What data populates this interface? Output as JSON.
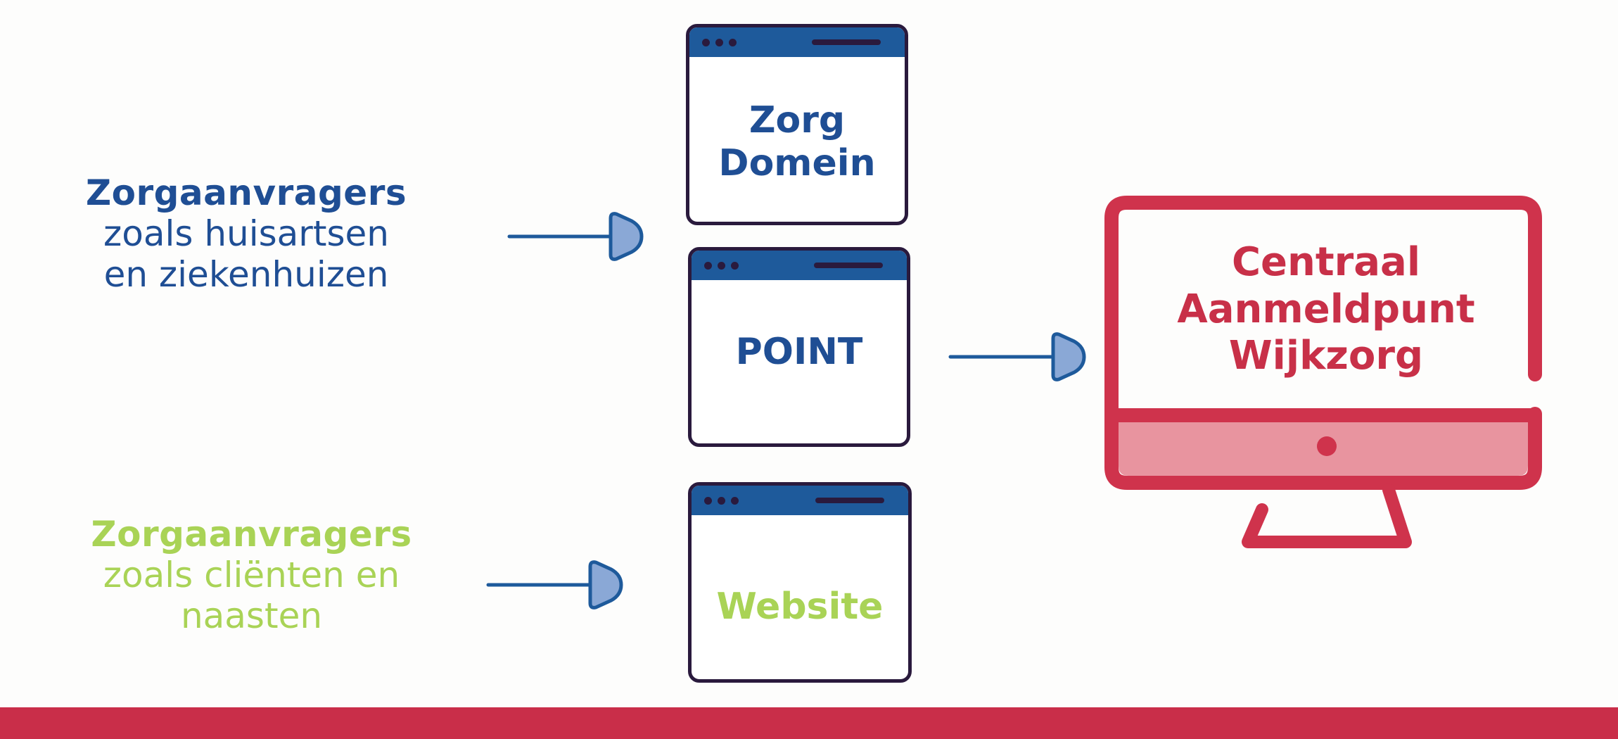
{
  "requesters": {
    "professional": {
      "title": "Zorgaanvragers",
      "line1": "zoals huisartsen",
      "line2": "en ziekenhuizen",
      "color": "#1f4e94"
    },
    "client": {
      "title": "Zorgaanvragers",
      "line1": "zoals cliënten en",
      "line2": "naasten",
      "color": "#a9d356"
    }
  },
  "windows": {
    "zorgdomein": {
      "line1": "Zorg",
      "line2": "Domein"
    },
    "point": {
      "label": "POINT"
    },
    "website": {
      "label": "Website"
    }
  },
  "central": {
    "line1": "Centraal",
    "line2": "Aanmeldpunt",
    "line3": "Wijkzorg",
    "color": "#c83048"
  },
  "colors": {
    "window_titlebar": "#1e5a9b",
    "window_outline": "#2a1a3d",
    "arrow_stroke": "#1e5a9b",
    "arrow_fill": "#8aa8d6",
    "monitor_stroke": "#cf334c",
    "monitor_base": "#e8949f",
    "footer": "#c92e49"
  },
  "icons": [
    "arrow-right-icon",
    "browser-window-icon",
    "desktop-monitor-icon"
  ]
}
